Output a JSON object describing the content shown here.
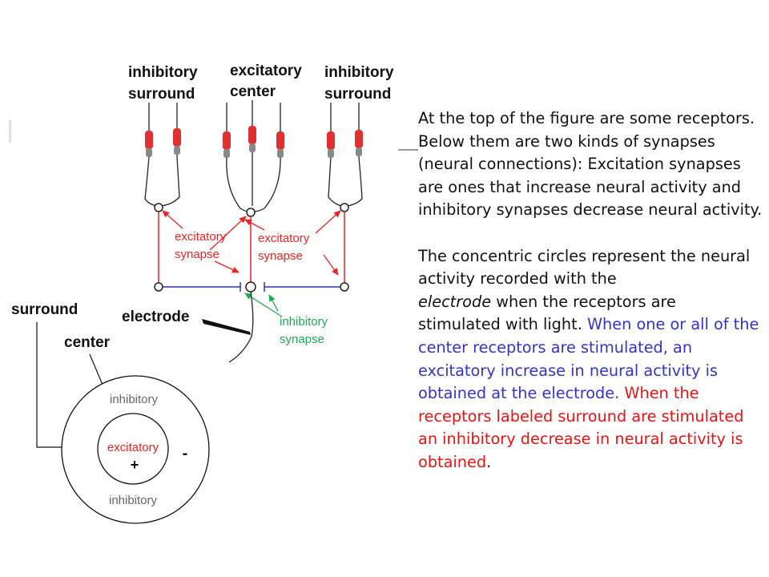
{
  "colors": {
    "excitatory": "#ee2222",
    "inhibitory": "#2233cc",
    "inhibitory_synapse": "#22aa55",
    "blue_text": "#3333cc",
    "red_text": "#ee1111"
  },
  "diagram": {
    "labels": {
      "left_top": [
        "inhibitory",
        "surround"
      ],
      "middle_top": [
        "excitatory",
        "center"
      ],
      "right_top": [
        "inhibitory",
        "surround"
      ],
      "excitatory_synapse_left": [
        "excitatory",
        "synapse"
      ],
      "excitatory_synapse_right": [
        "excitatory",
        "synapse"
      ],
      "inhibitory_synapse": [
        "inhibitory",
        "synapse"
      ],
      "electrode": "electrode",
      "surround": "surround",
      "center": "center"
    },
    "field": {
      "outer_top": "inhibitory",
      "outer_bottom": "inhibitory",
      "inner": "excitatory",
      "plus": "+",
      "minus": "-"
    }
  },
  "description": {
    "p1": "At the top of the figure are some receptors. Below them are two kinds of synapses (neural connections): Excitation synapses are ones that increase neural activity and inhibitory synapses decrease neural activity.",
    "p2_start": "The concentric circles represent the neural activity recorded with the",
    "p2_italic": "electrode",
    "p2_rest": " when the receptors are stimulated with light.",
    "p2_blue": " When one or all of the center receptors are stimulated, an excitatory increase in neural activity is obtained at the electrode.",
    "p2_red": " When the receptors labeled surround are stimulated an inhibitory decrease in neural activity is obtained",
    "p2_end": "."
  }
}
